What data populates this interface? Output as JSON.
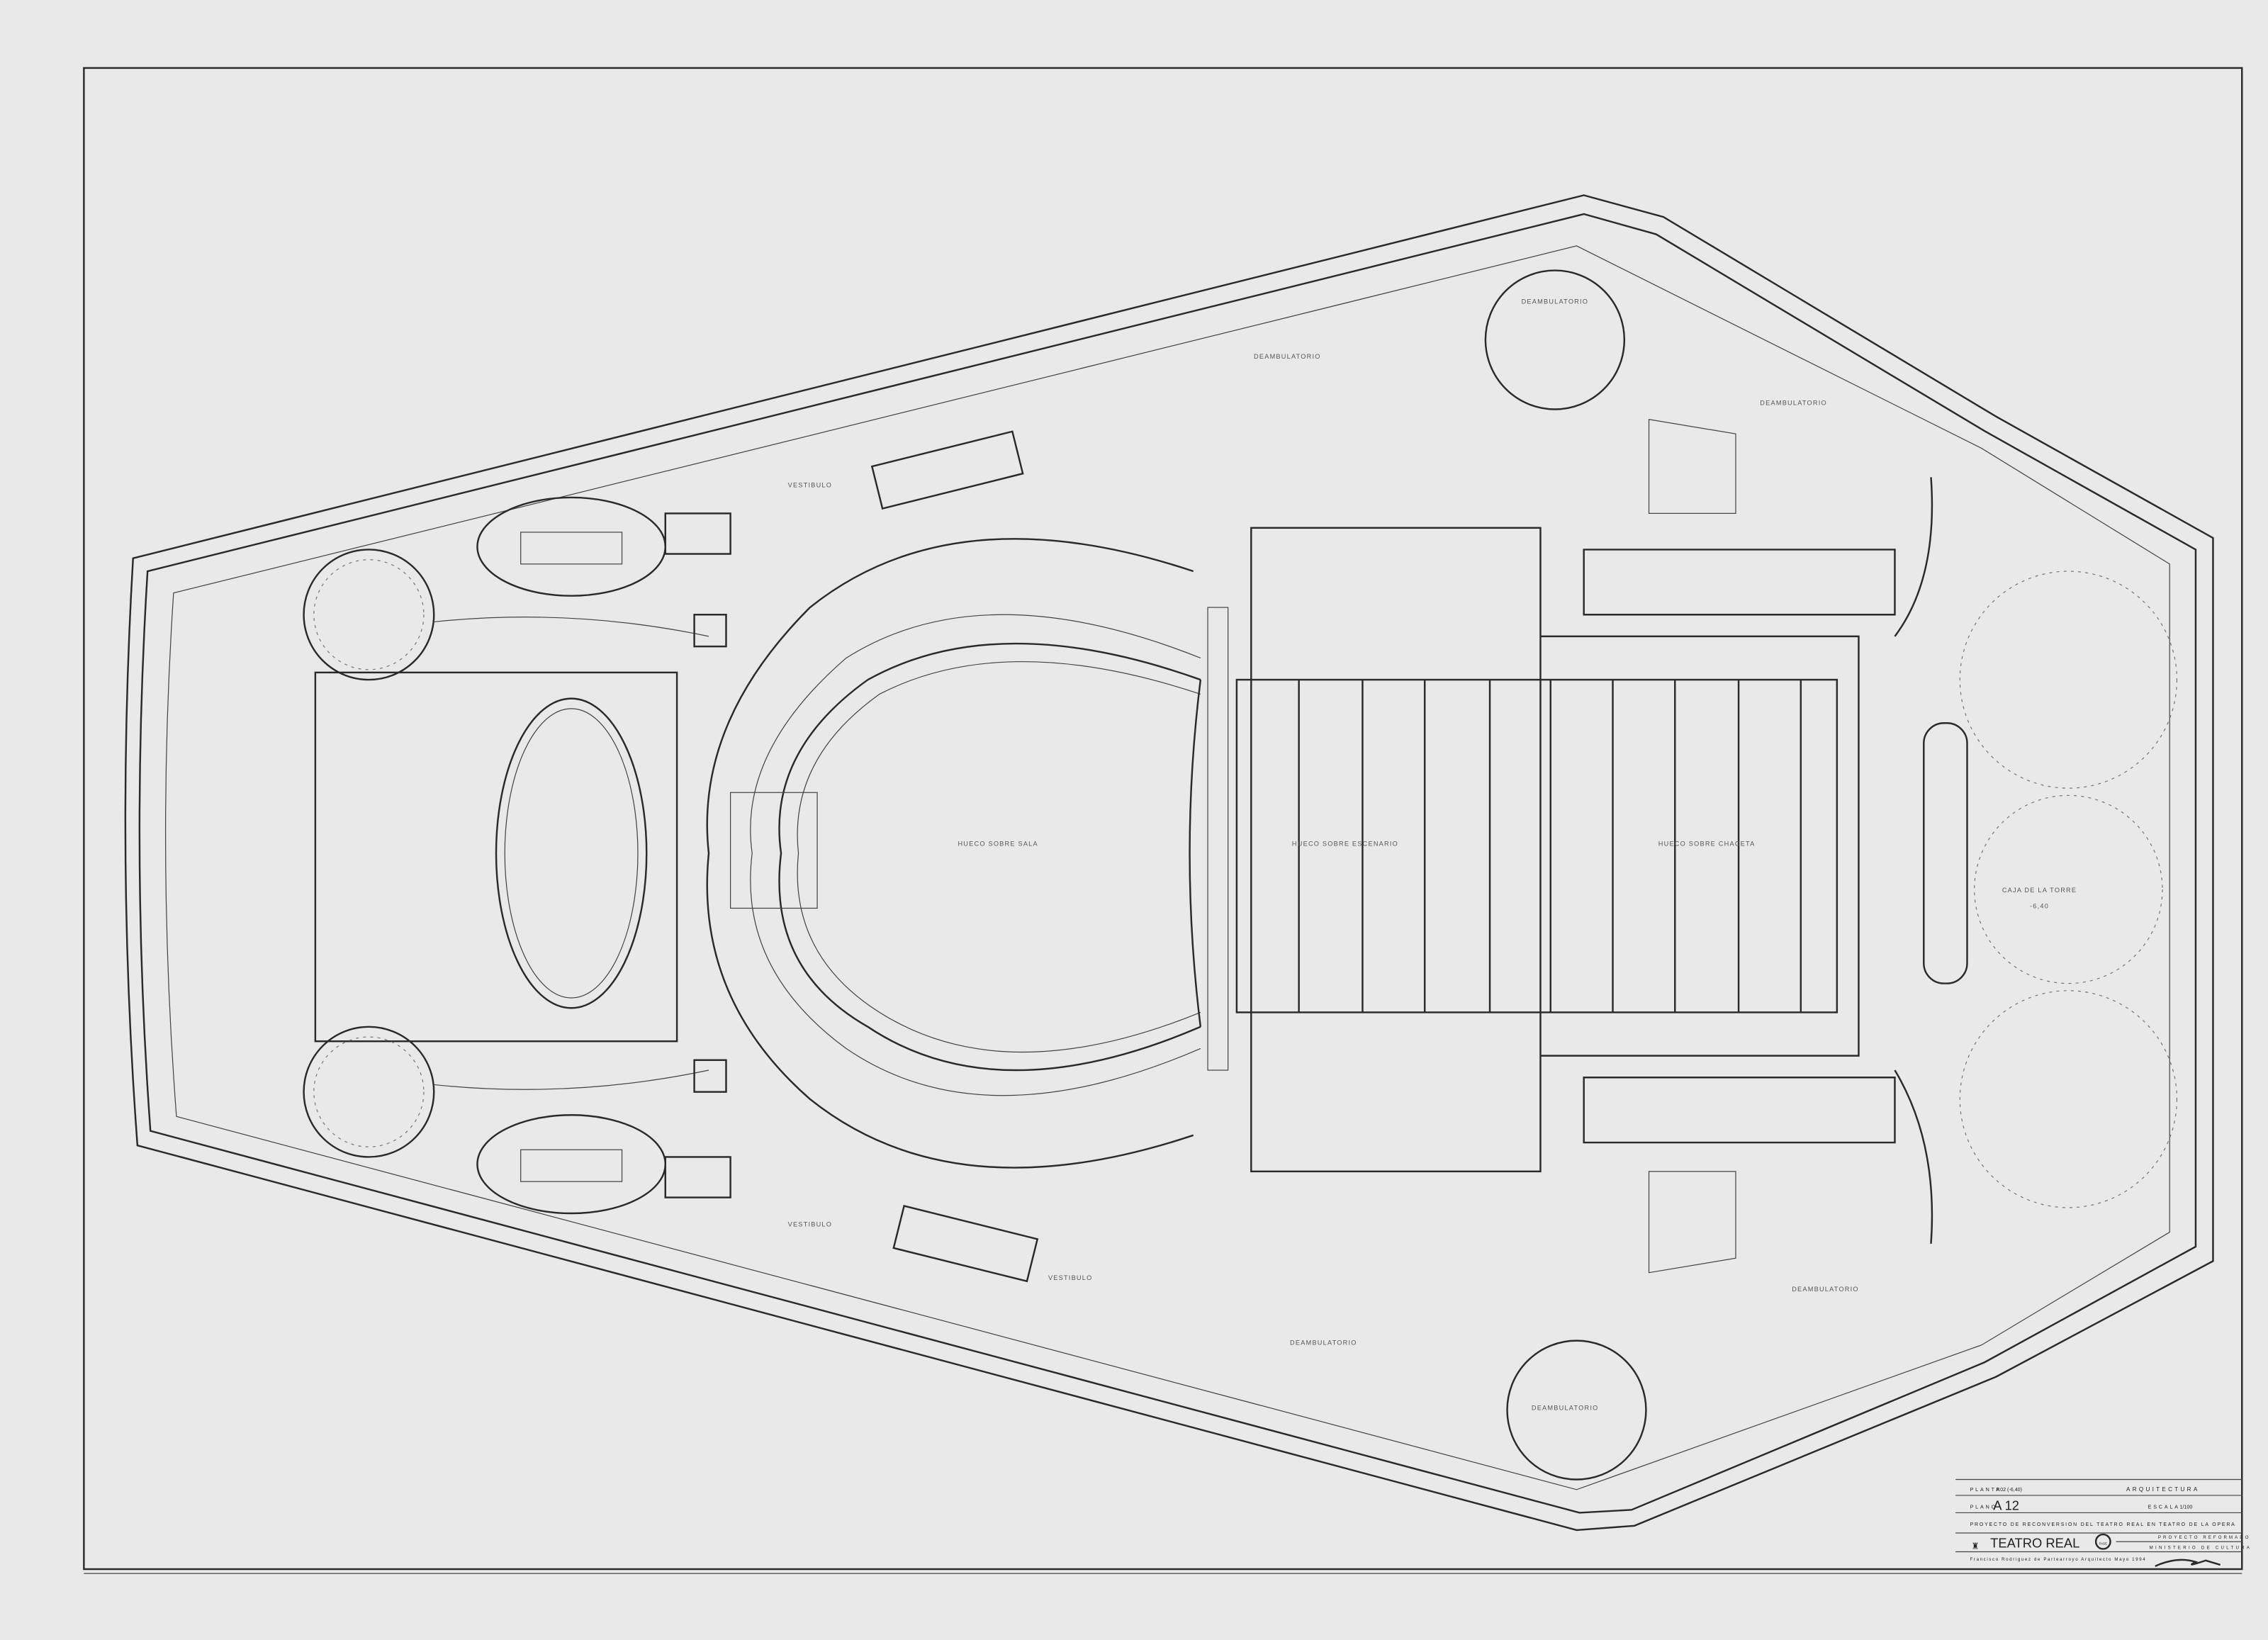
{
  "title_block": {
    "planta_label": "PLANTA",
    "planta_value": "P.02 (-6,40)",
    "discipline": "ARQUITECTURA",
    "plano_label": "PLANO",
    "plano_value": "A 12",
    "escala_label": "ESCALA",
    "escala_value": "1/100",
    "project": "PROYECTO DE RECONVERSION DEL TEATRO REAL EN TEATRO DE LA OPERA",
    "logo_text": "TEATRO REAL",
    "stamp_text": "PASE",
    "proyecto": "PROYECTO REFORMADO",
    "ministerio": "MINISTERIO DE CULTURA",
    "architect": "Francisco Rodriguez de Partearroyo Arquitecto   Mayo 1994"
  },
  "rooms": {
    "deambulatorio_top": "DEAMBULATORIO",
    "deambulatorio_top2": "DEAMBULATORIO",
    "deambulatorio_right_top": "DEAMBULATORIO",
    "deambulatorio_bottom": "DEAMBULATORIO",
    "deambulatorio_bottom2": "DEAMBULATORIO",
    "deambulatorio_right_bottom": "DEAMBULATORIO",
    "vestibulo_top": "VESTIBULO",
    "vestibulo_bottom": "VESTIBULO",
    "vestibulo_bottom2": "VESTIBULO",
    "hueco_sala": "HUECO SOBRE SALA",
    "hueco_escenario": "HUECO SOBRE ESCENARIO",
    "hueco_chaceta": "HUECO SOBRE CHACETA",
    "caja_torre": "CAJA DE LA TORRE",
    "level_mark": "-6,40"
  }
}
